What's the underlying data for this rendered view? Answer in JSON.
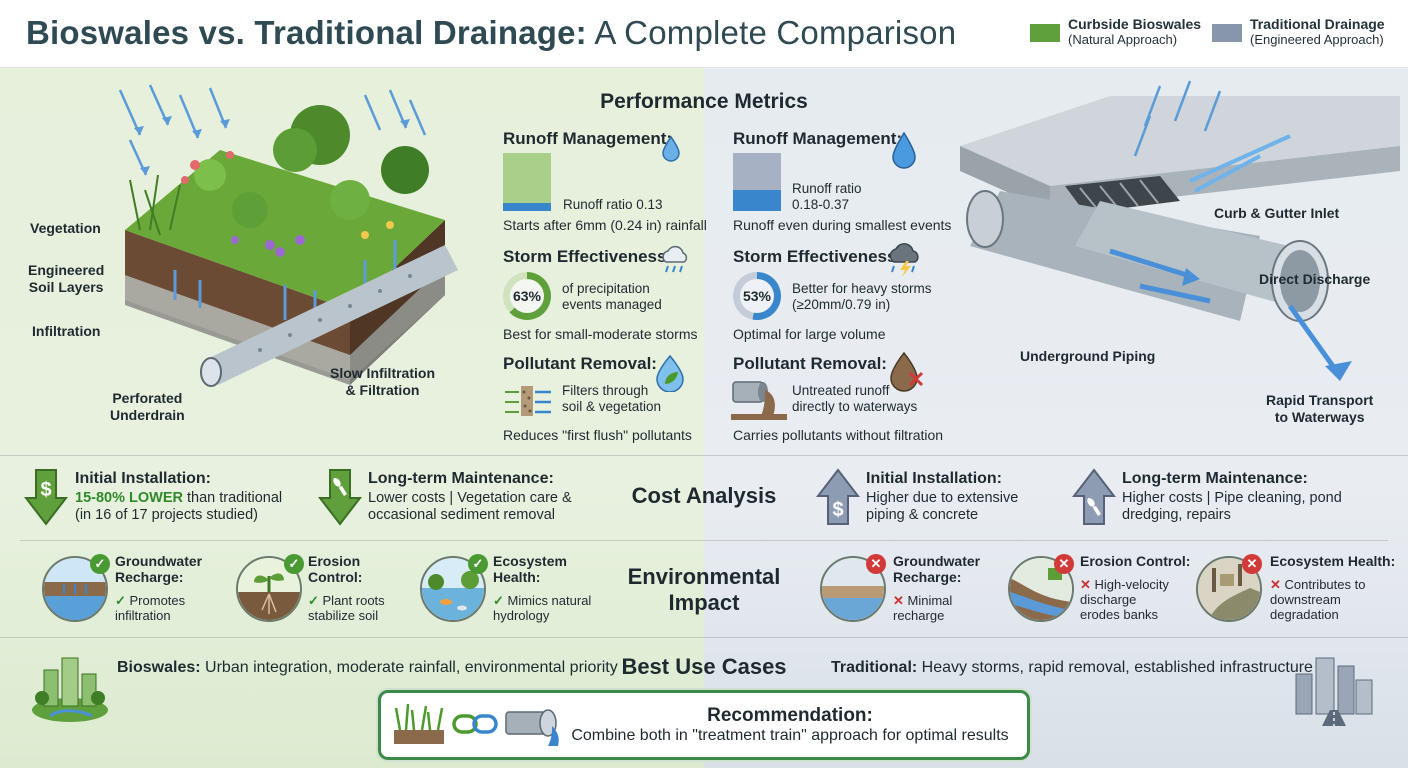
{
  "header": {
    "title_bold": "Bioswales vs. Traditional Drainage:",
    "title_rest": " A Complete Comparison",
    "legend": [
      {
        "label": "Curbside Bioswales",
        "sub": "(Natural Approach)",
        "color": "#5fa03c"
      },
      {
        "label": "Traditional Drainage",
        "sub": "(Engineered Approach)",
        "color": "#8896ab"
      }
    ]
  },
  "bioswale_labels": {
    "vegetation": "Vegetation",
    "soil": "Engineered\nSoil Layers",
    "infiltration": "Infiltration",
    "underdrain": "Perforated\nUnderdrain",
    "slow": "Slow Infiltration\n& Filtration"
  },
  "traditional_labels": {
    "curb": "Curb & Gutter Inlet",
    "discharge": "Direct Discharge",
    "piping": "Underground Piping",
    "transport": "Rapid Transport\nto Waterways"
  },
  "metrics": {
    "title": "Performance Metrics",
    "bioswale": {
      "runoff_head": "Runoff Management:",
      "runoff_text": "Runoff ratio 0.13",
      "runoff_foot": "Starts after 6mm (0.24 in) rainfall",
      "runoff_ratio": 0.13,
      "storm_head": "Storm Effectiveness:",
      "storm_pct": 63,
      "storm_pct_label": "63%",
      "storm_text": "of precipitation\nevents managed",
      "storm_foot": "Best for small-moderate storms",
      "pollutant_head": "Pollutant Removal:",
      "pollutant_text": "Filters through\nsoil & vegetation",
      "pollutant_foot": "Reduces \"first flush\" pollutants"
    },
    "traditional": {
      "runoff_head": "Runoff Management:",
      "runoff_text": "Runoff ratio\n0.18-0.37",
      "runoff_foot": "Runoff even during smallest events",
      "runoff_ratio": 0.37,
      "storm_head": "Storm Effectiveness:",
      "storm_pct": 53,
      "storm_pct_label": "53%",
      "storm_text": "Better for heavy storms\n(≥20mm/0.79 in)",
      "storm_foot": "Optimal for large volume",
      "pollutant_head": "Pollutant Removal:",
      "pollutant_text": "Untreated runoff\ndirectly to waterways",
      "pollutant_foot": "Carries pollutants without filtration"
    }
  },
  "cost": {
    "title": "Cost Analysis",
    "bioswale": {
      "install_head": "Initial Installation:",
      "install_accent": "15-80% LOWER",
      "install_rest": " than traditional",
      "install_line2": "(in 16 of 17 projects studied)",
      "maint_head": "Long-term Maintenance:",
      "maint_text": "Lower costs | Vegetation care &\noccasional sediment removal"
    },
    "traditional": {
      "install_head": "Initial Installation:",
      "install_text": "Higher due to extensive\npiping & concrete",
      "maint_head": "Long-term Maintenance:",
      "maint_text": "Higher costs | Pipe cleaning, pond\ndredging, repairs"
    }
  },
  "environment": {
    "title": "Environmental\nImpact",
    "bioswale": [
      {
        "head": "Groundwater\nRecharge:",
        "text": "Promotes\ninfiltration"
      },
      {
        "head": "Erosion\nControl:",
        "text": "Plant roots\nstabilize soil"
      },
      {
        "head": "Ecosystem\nHealth:",
        "text": "Mimics natural\nhydrology"
      }
    ],
    "traditional": [
      {
        "head": "Groundwater\nRecharge:",
        "text": "Minimal\nrecharge"
      },
      {
        "head": "Erosion Control:",
        "text": "High-velocity\ndischarge\nerodes banks"
      },
      {
        "head": "Ecosystem Health:",
        "text": "Contributes to\ndownstream\ndegradation"
      }
    ]
  },
  "use_cases": {
    "title": "Best Use Cases",
    "bioswale_label": "Bioswales:",
    "bioswale_text": " Urban integration, moderate rainfall, environmental priority",
    "traditional_label": "Traditional:",
    "traditional_text": " Heavy storms, rapid removal, established infrastructure"
  },
  "recommendation": {
    "title": "Recommendation:",
    "text": "Combine both in \"treatment train\" approach for optimal results"
  }
}
